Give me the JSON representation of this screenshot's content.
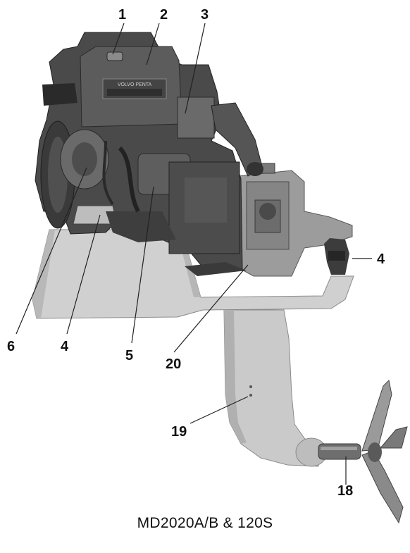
{
  "callouts": [
    {
      "id": "c1",
      "text": "1"
    },
    {
      "id": "c2",
      "text": "2"
    },
    {
      "id": "c3",
      "text": "3"
    },
    {
      "id": "c4r",
      "text": "4"
    },
    {
      "id": "c6",
      "text": "6"
    },
    {
      "id": "c4l",
      "text": "4"
    },
    {
      "id": "c5",
      "text": "5"
    },
    {
      "id": "c20",
      "text": "20"
    },
    {
      "id": "c19",
      "text": "19"
    },
    {
      "id": "c18",
      "text": "18"
    }
  ],
  "emblem_text": "VOLVO PENTA",
  "caption": "MD2020A/B & 120S",
  "colors": {
    "engine_dark": "#3a3a3a",
    "engine_mid": "#5a5a5a",
    "engine_light": "#7d7d7d",
    "leg_light": "#c9c9c9",
    "leg_shadow": "#a9a9a9",
    "base_plate": "#d2d2d2",
    "gearbox": "#9a9a9a",
    "propeller": "#8a8a8a"
  }
}
